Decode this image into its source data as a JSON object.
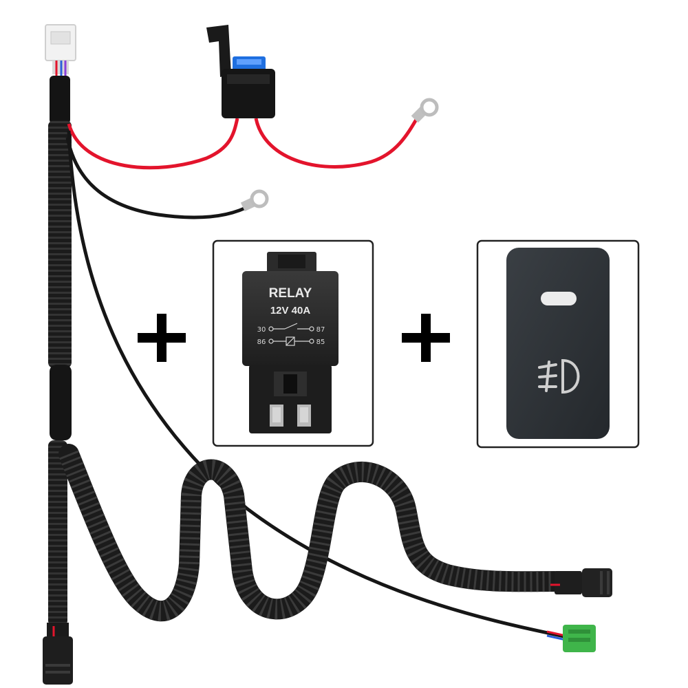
{
  "product": {
    "relay": {
      "title": "RELAY",
      "rating": "12V 40A",
      "pins": {
        "p30": "30",
        "p87": "87",
        "p86": "86",
        "p85": "85"
      }
    },
    "switch": {
      "icon": "fog-light-icon",
      "indicator": "led-bar"
    },
    "plus_signs": 2
  },
  "colors": {
    "background": "#ffffff",
    "cable_sleeve": "#1b1b1b",
    "red_wire": "#e3142c",
    "black_wire": "#161616",
    "fuse_blue": "#1f6fe0",
    "green_connector": "#3fb54a",
    "panel_border": "#222222",
    "relay_body": "#2a2a2a",
    "switch_body": "#2e3236"
  }
}
